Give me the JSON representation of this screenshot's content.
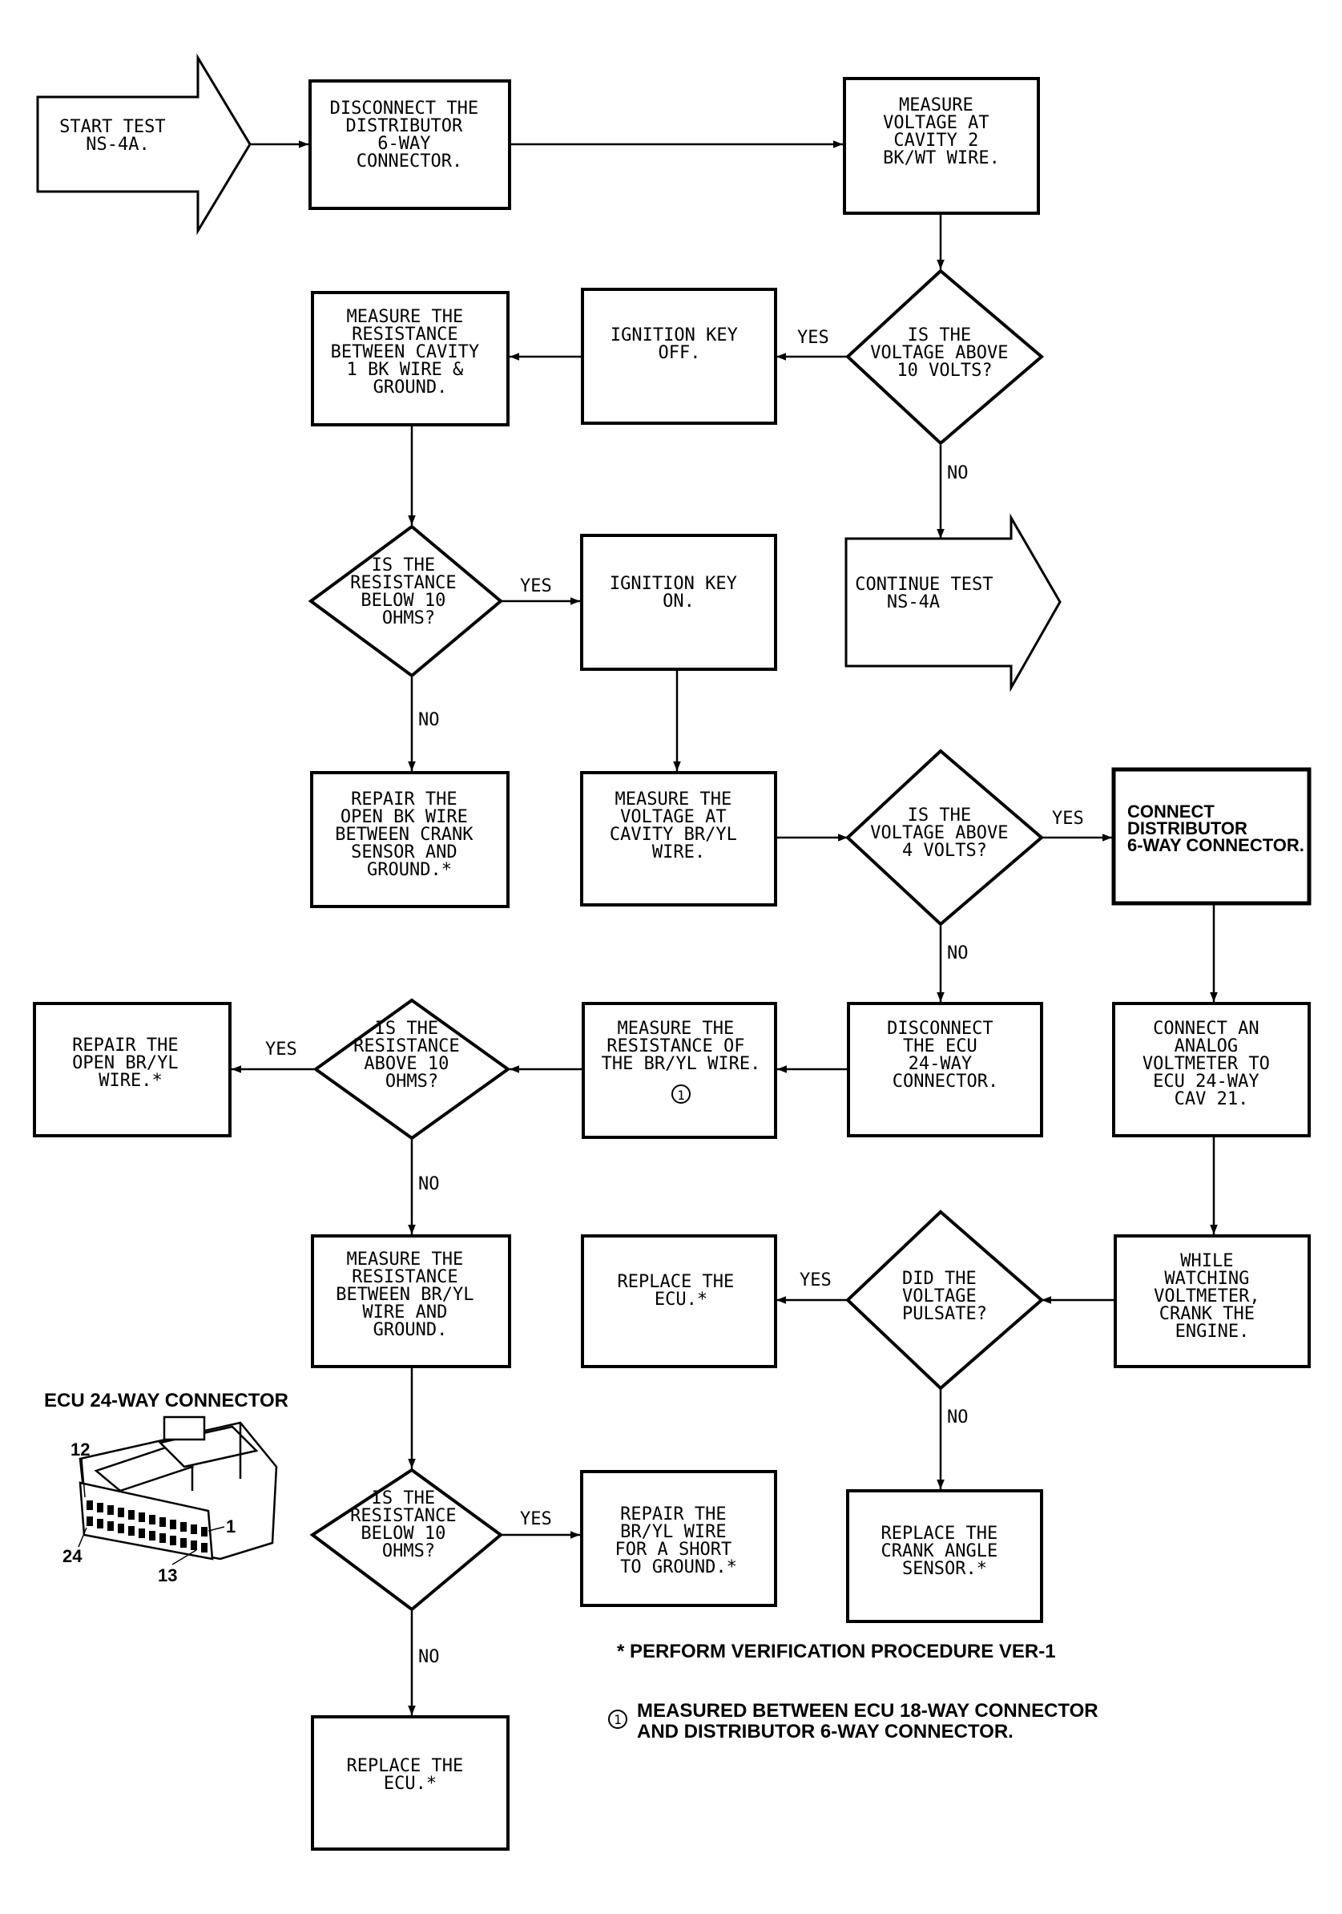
{
  "nodes": {
    "start": [
      "START TEST",
      "NS-4A."
    ],
    "disconnect_dist": [
      "DISCONNECT THE",
      "DISTRIBUTOR",
      "6-WAY",
      "CONNECTOR."
    ],
    "measure_cav2": [
      "MEASURE",
      "VOLTAGE AT",
      "CAVITY 2",
      "BK/WT WIRE."
    ],
    "q_volt10": [
      "IS THE",
      "VOLTAGE ABOVE",
      "10 VOLTS?"
    ],
    "ign_off": [
      "IGNITION KEY",
      "OFF."
    ],
    "measure_res_cav1": [
      "MEASURE THE",
      "RESISTANCE",
      "BETWEEN CAVITY",
      "1 BK WIRE &",
      "GROUND."
    ],
    "continue": [
      "CONTINUE TEST",
      "NS-4A"
    ],
    "q_res_below10": [
      "IS THE",
      "RESISTANCE",
      "BELOW 10",
      "OHMS?"
    ],
    "ign_on": [
      "IGNITION KEY",
      "ON."
    ],
    "repair_bk": [
      "REPAIR THE",
      "OPEN BK WIRE",
      "BETWEEN CRANK",
      "SENSOR AND",
      "GROUND.*"
    ],
    "measure_brl": [
      "MEASURE THE",
      "VOLTAGE AT",
      "CAVITY BR/YL",
      "WIRE."
    ],
    "q_volt4": [
      "IS THE",
      "VOLTAGE ABOVE",
      "4 VOLTS?"
    ],
    "connect_dist": [
      "CONNECT",
      "DISTRIBUTOR",
      "6-WAY CONNECTOR."
    ],
    "repair_open_bryl": [
      "REPAIR THE",
      "OPEN BR/YL",
      "WIRE.*"
    ],
    "q_res_above10": [
      "IS THE",
      "RESISTANCE",
      "ABOVE 10",
      "OHMS?"
    ],
    "measure_res_bryl": [
      "MEASURE THE",
      "RESISTANCE OF",
      "THE BR/YL WIRE."
    ],
    "footnote_marker": "1",
    "disconnect_ecu": [
      "DISCONNECT",
      "THE ECU",
      "24-WAY",
      "CONNECTOR."
    ],
    "connect_analog": [
      "CONNECT AN",
      "ANALOG",
      "VOLTMETER TO",
      "ECU 24-WAY",
      "CAV 21."
    ],
    "measure_res_gnd": [
      "MEASURE THE",
      "RESISTANCE",
      "BETWEEN BR/YL",
      "WIRE AND",
      "GROUND."
    ],
    "replace_ecu_1": [
      "REPLACE THE",
      "ECU.*"
    ],
    "q_pulsate": [
      "DID THE",
      "VOLTAGE",
      "PULSATE?"
    ],
    "while_watching": [
      "WHILE",
      "WATCHING",
      "VOLTMETER,",
      "CRANK THE",
      "ENGINE."
    ],
    "q_res_below10_b": [
      "IS THE",
      "RESISTANCE",
      "BELOW 10",
      "OHMS?"
    ],
    "repair_short": [
      "REPAIR THE",
      "BR/YL WIRE",
      "FOR A SHORT",
      "TO GROUND.*"
    ],
    "replace_crank": [
      "REPLACE THE",
      "CRANK ANGLE",
      "SENSOR.*"
    ],
    "replace_ecu_2": [
      "REPLACE THE",
      "ECU.*"
    ]
  },
  "labels": {
    "yes": "YES",
    "no": "NO"
  },
  "connector": {
    "title": "ECU 24-WAY CONNECTOR",
    "pins": {
      "top_left": "12",
      "right": "1",
      "bottom_left": "24",
      "bottom": "13"
    }
  },
  "notes": {
    "verification": "* PERFORM VERIFICATION PROCEDURE VER-1",
    "measured_marker": "1",
    "measured_line1": "MEASURED BETWEEN ECU 18-WAY CONNECTOR",
    "measured_line2": "AND DISTRIBUTOR 6-WAY CONNECTOR."
  }
}
